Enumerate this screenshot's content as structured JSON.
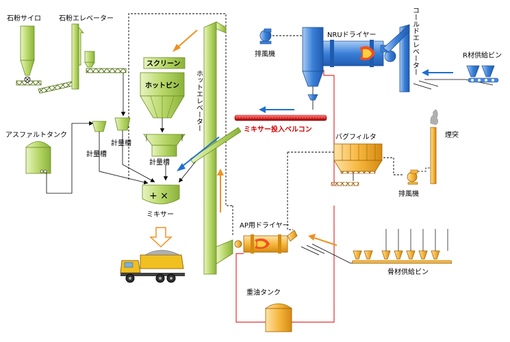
{
  "labels": {
    "stone_powder_silo": "石粉サイロ",
    "stone_powder_elevator": "石粉エレベーター",
    "asphalt_tank": "アスファルトタンク",
    "weigh_tank_1": "計量槽",
    "weigh_tank_2": "計量槽",
    "weigh_tank_3": "計量槽",
    "mixer": "ミキサー",
    "screen": "スクリーン",
    "hot_bin": "ホットビン",
    "hot_elevator": "ホットエレベーター",
    "exhaust_fan_1": "排風機",
    "nru_dryer": "NRUドライヤー",
    "cold_elevator": "コールドエレベーター",
    "r_material_bin": "R材供給ビン",
    "mixer_feed_conveyor": "ミキサー投入ベルコン",
    "bag_filter": "バグフィルタ",
    "chimney": "煙突",
    "exhaust_fan_2": "排風機",
    "ap_dryer": "AP用ドライヤー",
    "aggregate_bin": "骨材供給ビン",
    "heavy_oil_tank": "重油タンク",
    "mixer_symbols": "+ ×"
  },
  "colors": {
    "green_fill": "#b8d86a",
    "green_dark": "#7aa02c",
    "blue_fill": "#3a7fd8",
    "blue_light": "#9cc4f0",
    "orange_fill": "#f6b840",
    "orange_light": "#fbd990",
    "red_line": "#e03030",
    "arrow_blue": "#1f6fd0",
    "arrow_orange": "#f09020"
  }
}
